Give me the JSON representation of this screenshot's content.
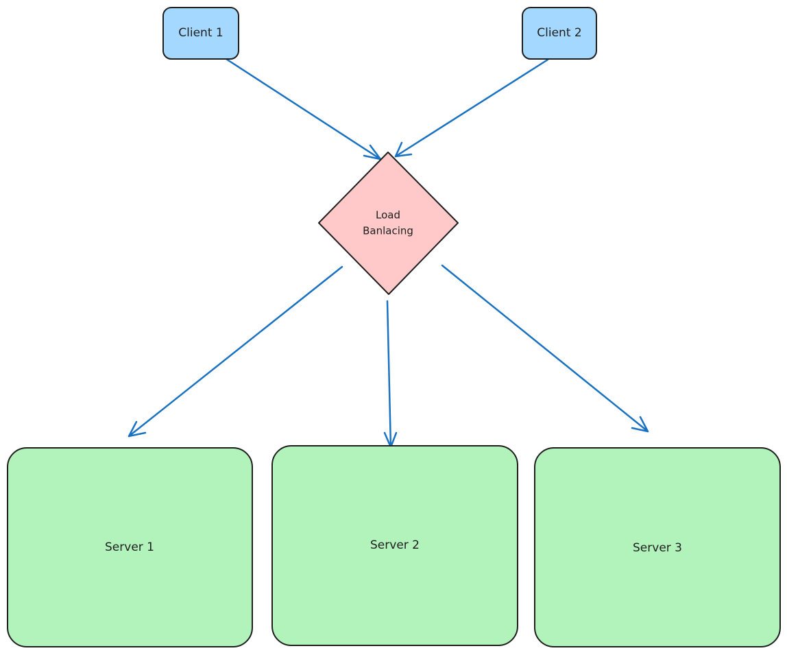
{
  "colors": {
    "client_fill": "#a5d8ff",
    "loadbalancer_fill": "#ffc9c9",
    "server_fill": "#b2f2bb",
    "stroke": "#1e1e1e",
    "arrow": "#1971c2"
  },
  "clients": [
    {
      "label": "Client 1"
    },
    {
      "label": "Client 2"
    }
  ],
  "load_balancer": {
    "label_line1": "Load",
    "label_line2": "Banlacing"
  },
  "servers": [
    {
      "label": "Server 1"
    },
    {
      "label": "Server 2"
    },
    {
      "label": "Server 3"
    }
  ]
}
